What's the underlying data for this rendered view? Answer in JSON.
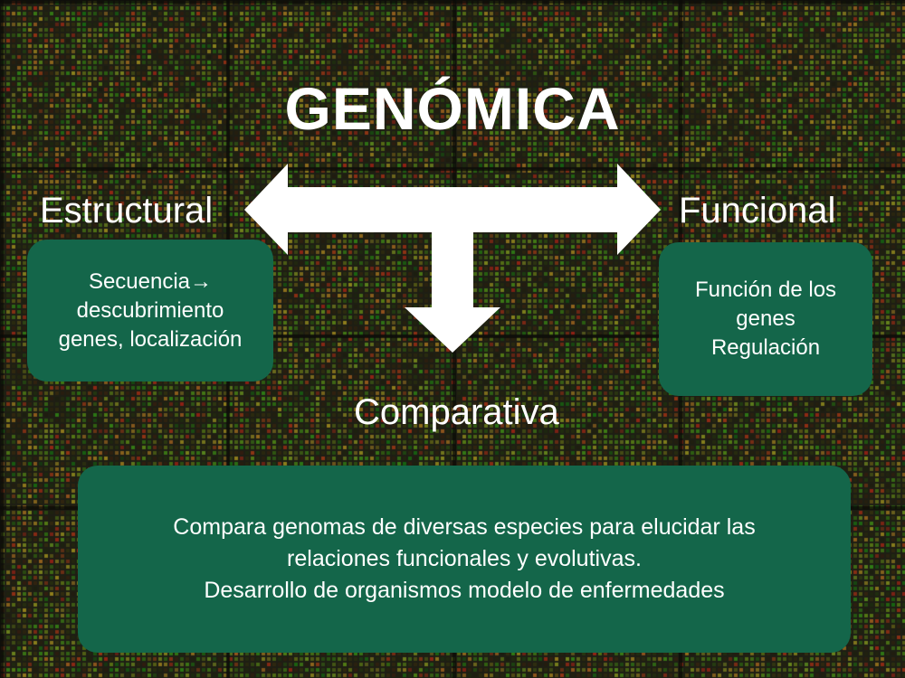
{
  "title": "GENÓMICA",
  "branches": {
    "left": "Estructural",
    "right": "Funcional",
    "bottom": "Comparativa"
  },
  "boxes": {
    "estructural": [
      "Secuencia→",
      "descubrimiento",
      "genes, localización"
    ],
    "funcional": [
      "Función de los",
      "genes",
      "Regulación"
    ],
    "comparativa": [
      "Compara genomas de diversas especies para elucidar las",
      "relaciones funcionales y evolutivas.",
      "Desarrollo de organismos modelo de enfermedades"
    ]
  },
  "colors": {
    "box_fill": "#14664a",
    "arrow": "#ffffff",
    "background": "#2a2a1c"
  }
}
